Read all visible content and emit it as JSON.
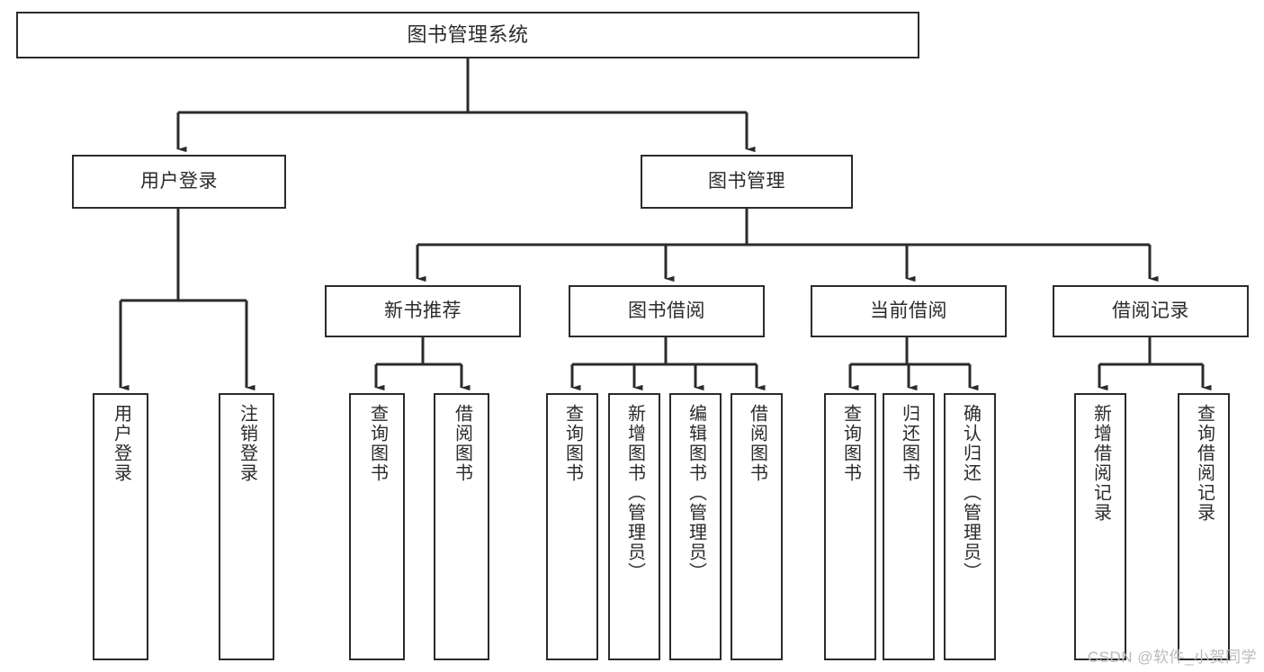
{
  "diagram": {
    "title": "图书管理系统",
    "watermark": "CSDN @软件_小贺同学",
    "colors": {
      "stroke": "#2b2b2b",
      "fill": "#ffffff",
      "background": "#ffffff",
      "watermark": "#b9b9b9"
    },
    "nodes": {
      "root": {
        "label": "图书管理系统"
      },
      "level2": [
        {
          "label": "用户登录"
        },
        {
          "label": "图书管理"
        }
      ],
      "level3": [
        {
          "label": "新书推荐"
        },
        {
          "label": "图书借阅"
        },
        {
          "label": "当前借阅"
        },
        {
          "label": "借阅记录"
        }
      ],
      "leaves": {
        "user_login": [
          {
            "label": "用户登录"
          },
          {
            "label": "注销登录"
          }
        ],
        "new_book_recommend": [
          {
            "label": "查询图书"
          },
          {
            "label": "借阅图书"
          }
        ],
        "book_borrow": [
          {
            "label": "查询图书"
          },
          {
            "label": "新增图书（管理员）"
          },
          {
            "label": "编辑图书（管理员）"
          },
          {
            "label": "借阅图书"
          }
        ],
        "current_borrow": [
          {
            "label": "查询图书"
          },
          {
            "label": "归还图书"
          },
          {
            "label": "确认归还（管理员）"
          }
        ],
        "borrow_record": [
          {
            "label": "新增借阅记录"
          },
          {
            "label": "查询借阅记录"
          }
        ]
      }
    }
  }
}
